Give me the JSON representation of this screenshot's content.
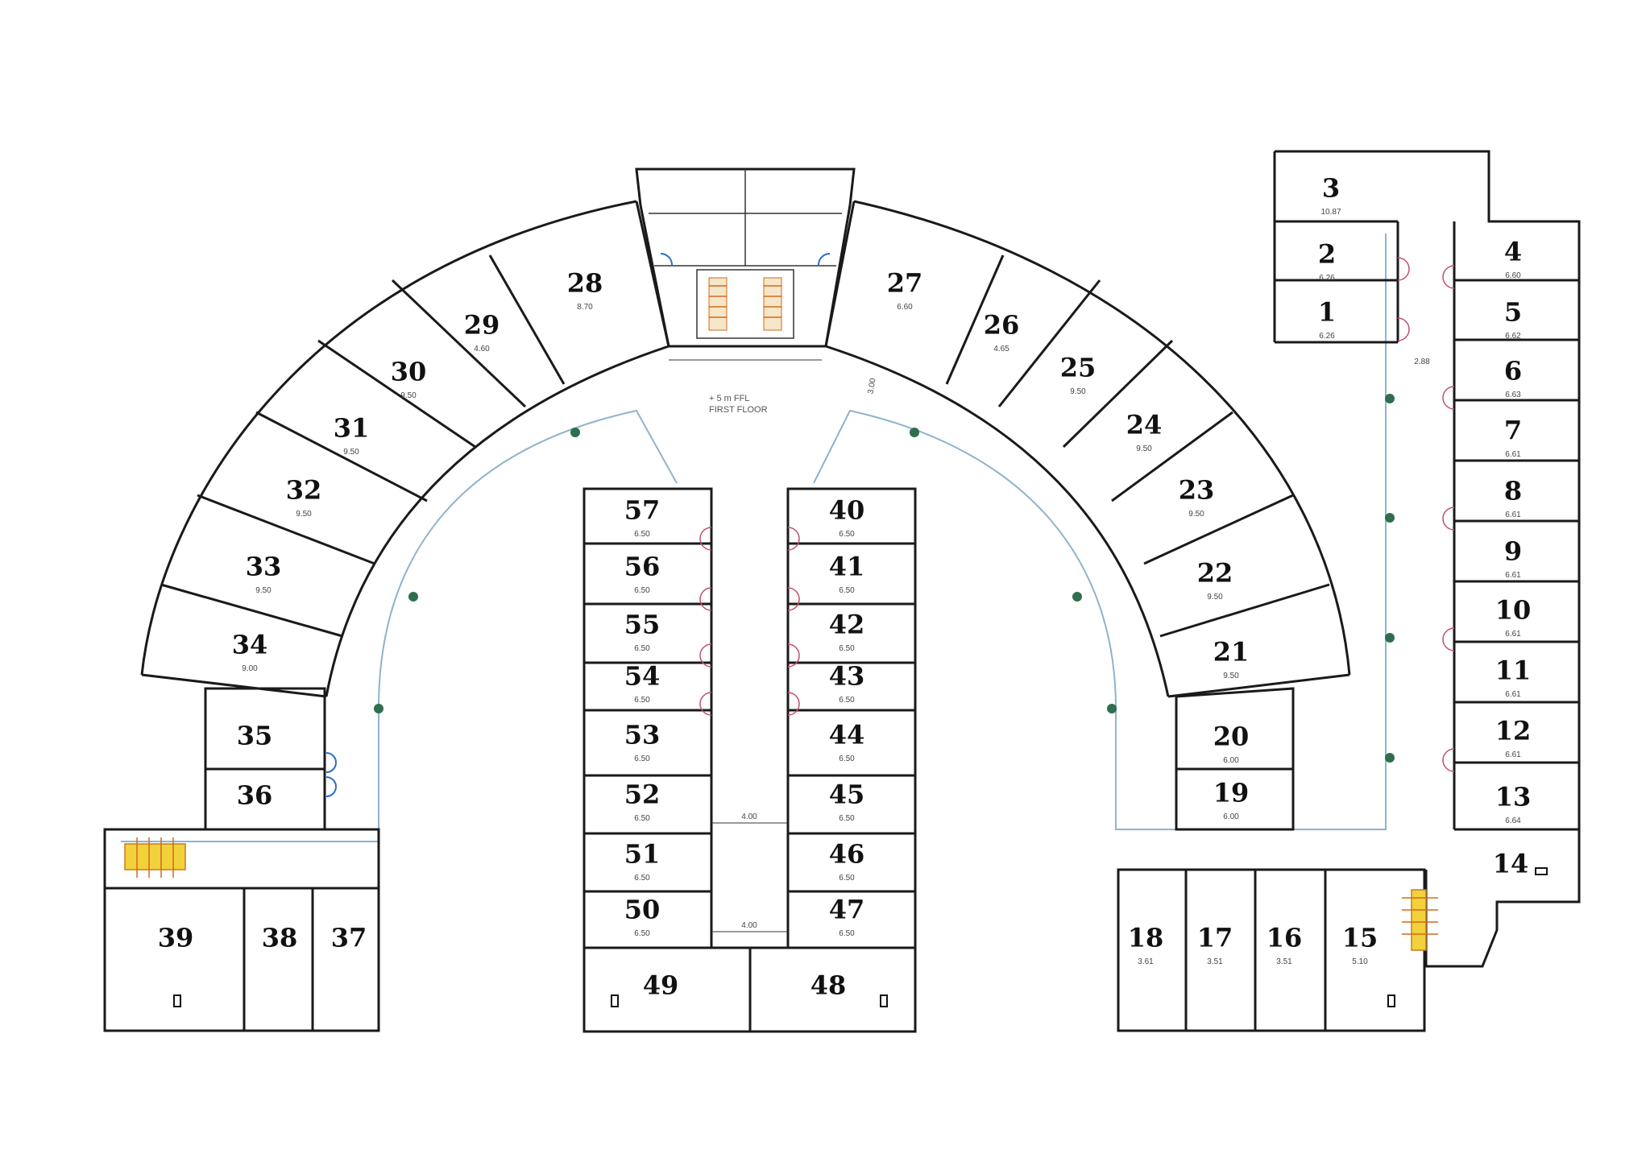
{
  "plan": {
    "floor_label": "FIRST FLOOR",
    "level_label": "+ 5 m FFL",
    "corridor_width": "3.00",
    "corridor_width_center": "4.00",
    "right_corridor_width": "2.88"
  },
  "rooms": [
    {
      "id": "1",
      "dim": "6.26"
    },
    {
      "id": "2",
      "dim": "6.26"
    },
    {
      "id": "3",
      "dim": "10.87"
    },
    {
      "id": "4",
      "dim": "6.60"
    },
    {
      "id": "5",
      "dim": "6.62"
    },
    {
      "id": "6",
      "dim": "6.63"
    },
    {
      "id": "7",
      "dim": "6.61"
    },
    {
      "id": "8",
      "dim": "6.61"
    },
    {
      "id": "9",
      "dim": "6.61"
    },
    {
      "id": "10",
      "dim": "6.61"
    },
    {
      "id": "11",
      "dim": "6.61"
    },
    {
      "id": "12",
      "dim": "6.61"
    },
    {
      "id": "13",
      "dim": "6.64"
    },
    {
      "id": "14",
      "dim": ""
    },
    {
      "id": "15",
      "dim": "5.10"
    },
    {
      "id": "16",
      "dim": "3.51"
    },
    {
      "id": "17",
      "dim": "3.51"
    },
    {
      "id": "18",
      "dim": "3.61"
    },
    {
      "id": "19",
      "dim": "6.00"
    },
    {
      "id": "20",
      "dim": "6.00"
    },
    {
      "id": "21",
      "dim": "9.50"
    },
    {
      "id": "22",
      "dim": "9.50"
    },
    {
      "id": "23",
      "dim": "9.50"
    },
    {
      "id": "24",
      "dim": "9.50"
    },
    {
      "id": "25",
      "dim": "9.50"
    },
    {
      "id": "26",
      "dim": "4.65"
    },
    {
      "id": "27",
      "dim": "6.60"
    },
    {
      "id": "28",
      "dim": "8.70"
    },
    {
      "id": "29",
      "dim": "4.60"
    },
    {
      "id": "30",
      "dim": "9.50"
    },
    {
      "id": "31",
      "dim": "9.50"
    },
    {
      "id": "32",
      "dim": "9.50"
    },
    {
      "id": "33",
      "dim": "9.50"
    },
    {
      "id": "34",
      "dim": "9.00"
    },
    {
      "id": "35",
      "dim": ""
    },
    {
      "id": "36",
      "dim": ""
    },
    {
      "id": "37",
      "dim": ""
    },
    {
      "id": "38",
      "dim": ""
    },
    {
      "id": "39",
      "dim": ""
    },
    {
      "id": "40",
      "dim": "6.50"
    },
    {
      "id": "41",
      "dim": "6.50"
    },
    {
      "id": "42",
      "dim": "6.50"
    },
    {
      "id": "43",
      "dim": "6.50"
    },
    {
      "id": "44",
      "dim": "6.50"
    },
    {
      "id": "45",
      "dim": "6.50"
    },
    {
      "id": "46",
      "dim": "6.50"
    },
    {
      "id": "47",
      "dim": "6.50"
    },
    {
      "id": "48",
      "dim": ""
    },
    {
      "id": "49",
      "dim": ""
    },
    {
      "id": "50",
      "dim": "6.50"
    },
    {
      "id": "51",
      "dim": "6.50"
    },
    {
      "id": "52",
      "dim": "6.50"
    },
    {
      "id": "53",
      "dim": "6.50"
    },
    {
      "id": "54",
      "dim": "6.50"
    },
    {
      "id": "55",
      "dim": "6.50"
    },
    {
      "id": "56",
      "dim": "6.50"
    },
    {
      "id": "57",
      "dim": "6.50"
    }
  ]
}
